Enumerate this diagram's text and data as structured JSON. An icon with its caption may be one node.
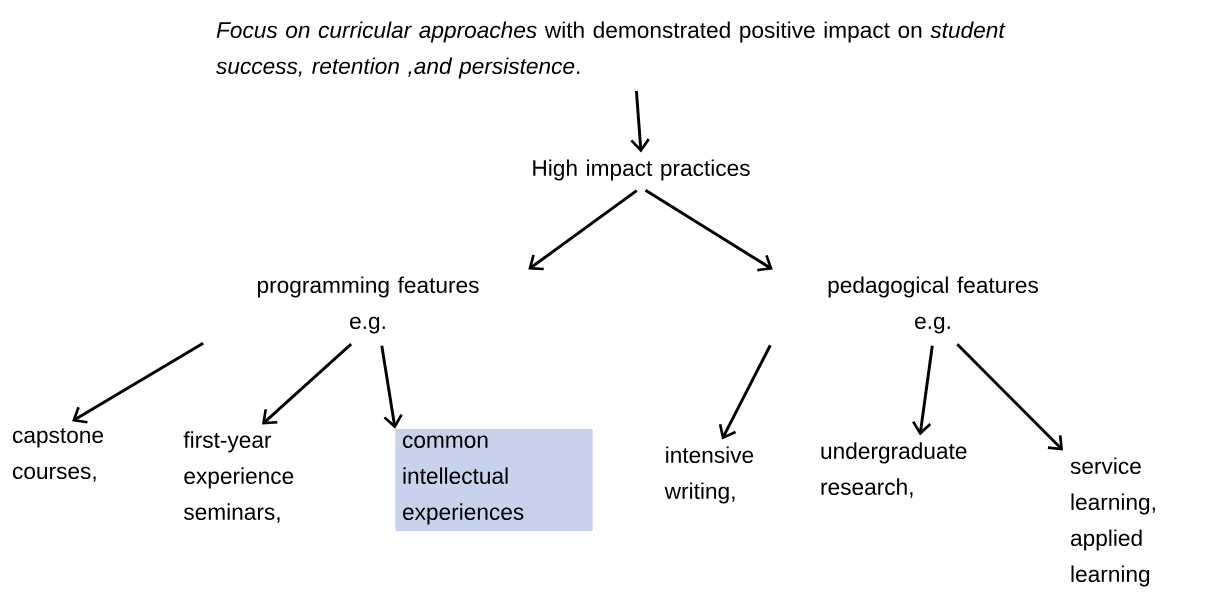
{
  "diagram": {
    "nodes": [
      {
        "text": [
          "*Focus on curricular approaches* with demonstrated positive impact on *student success, retention ,and persistence*."
        ]
      },
      {
        "text": [
          "High impact practices"
        ]
      },
      {
        "text": [
          "programming features",
          "e.g."
        ]
      },
      {
        "text": [
          "pedagogical features",
          "e.g."
        ]
      },
      {
        "text": [
          "capstone courses,"
        ]
      },
      {
        "text": [
          "first-year experience seminars,"
        ]
      },
      {
        "text": [
          "common intellectual experiences"
        ]
      },
      {
        "text": [
          "intensive writing,"
        ]
      },
      {
        "text": [
          "undergraduate research,"
        ]
      },
      {
        "text": [
          "service learning, applied learning"
        ]
      }
    ],
    "edges": [
      {
        "from": 0,
        "to": 1,
        "arrow": "to"
      },
      {
        "from": 1,
        "to": 2,
        "arrow": "to"
      },
      {
        "from": 1,
        "to": 3,
        "arrow": "to"
      },
      {
        "from": 2,
        "to": 4,
        "arrow": "to"
      },
      {
        "from": 2,
        "to": 5,
        "arrow": "to"
      },
      {
        "from": 2,
        "to": 6,
        "arrow": "to"
      },
      {
        "from": 3,
        "to": 7,
        "arrow": "to"
      },
      {
        "from": 3,
        "to": 8,
        "arrow": "to"
      },
      {
        "from": 3,
        "to": 9,
        "arrow": "to"
      }
    ]
  }
}
